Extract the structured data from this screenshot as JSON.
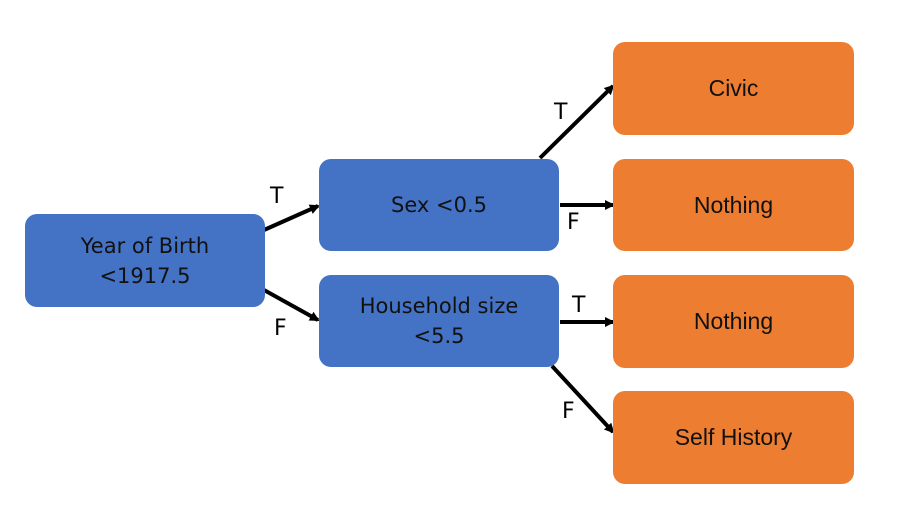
{
  "colors": {
    "decision_fill": "#4472C4",
    "leaf_fill": "#ED7D31",
    "edge": "#000000"
  },
  "nodes": {
    "root": {
      "line1": "Year of Birth",
      "line2": "<1917.5"
    },
    "sex": {
      "line1": "Sex <0.5"
    },
    "household": {
      "line1": "Household size",
      "line2": "<5.5"
    },
    "leaf_civic": {
      "line1": "Civic"
    },
    "leaf_nothing_1": {
      "line1": "Nothing"
    },
    "leaf_nothing_2": {
      "line1": "Nothing"
    },
    "leaf_self_history": {
      "line1": "Self History"
    }
  },
  "edges": {
    "root_to_sex": "T",
    "root_to_household": "F",
    "sex_to_civic": "T",
    "sex_to_nothing": "F",
    "household_to_nothing": "T",
    "household_to_self_history": "F"
  }
}
